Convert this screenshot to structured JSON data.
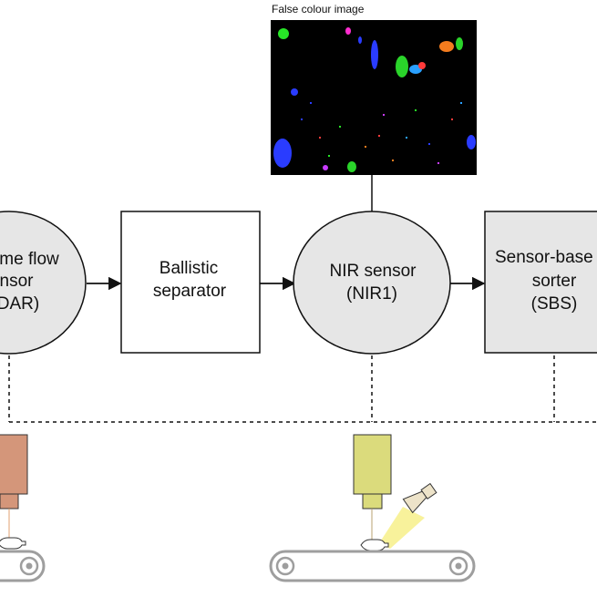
{
  "false_colour_image": {
    "caption": "False colour image"
  },
  "nodes": {
    "volume_flow_sensor": {
      "line1": "me flow",
      "line2": "nsor",
      "line3": "DAR)"
    },
    "ballistic_separator": {
      "line1": "Ballistic",
      "line2": "separator"
    },
    "nir_sensor": {
      "line1": "NIR sensor",
      "line2": "(NIR1)"
    },
    "sensor_based_sorter": {
      "line1": "Sensor-base",
      "line2": "sorter",
      "line3": "(SBS)"
    }
  },
  "colors": {
    "node_fill": "#e6e6e6",
    "box_fill": "#ffffff",
    "sbs_fill": "#e6e6e6",
    "stroke": "#111111",
    "radar_sensor": "#d4967a",
    "nir_camera": "#dbdb7c",
    "lamp": "#ede3c9",
    "beam": "#f7f08a",
    "belt": "#9e9e9e"
  },
  "image_blobs": [
    {
      "color": "#27e627"
    },
    {
      "color": "#ff2dd0"
    },
    {
      "color": "#2a3cff"
    },
    {
      "color": "#2a3cff"
    },
    {
      "color": "#f47c1e"
    },
    {
      "color": "#2ad42a"
    },
    {
      "color": "#2aa0ff"
    },
    {
      "color": "#2ad42a"
    },
    {
      "color": "#ff3a3a"
    },
    {
      "color": "#2a3cff"
    },
    {
      "color": "#2a3cff"
    },
    {
      "color": "#2a3cff"
    },
    {
      "color": "#2ad42a"
    },
    {
      "color": "#c83cff"
    }
  ]
}
